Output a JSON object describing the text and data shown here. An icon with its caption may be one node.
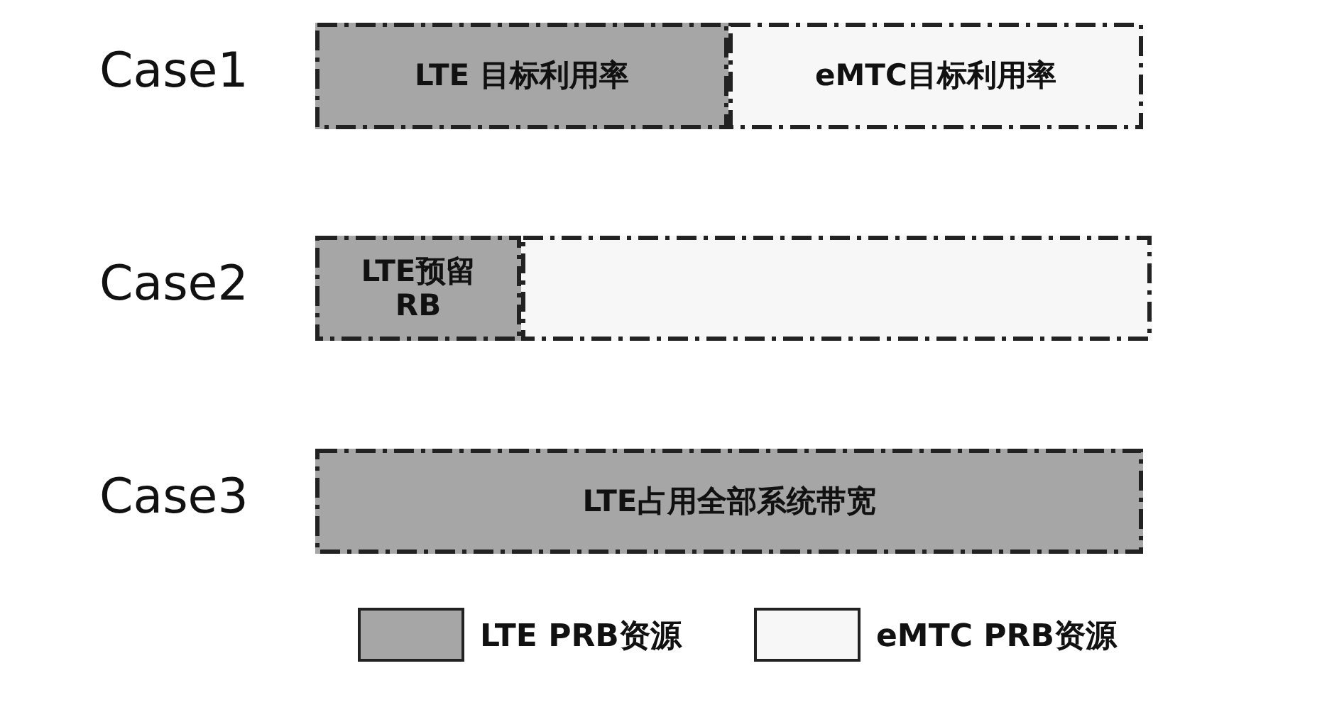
{
  "diagram": {
    "nodes": [
      {
        "text": [
          "LTE 目标利用率"
        ]
      },
      {
        "text": [
          "eMTC目标利用率"
        ]
      },
      {
        "text": [
          "LTE预留 RB"
        ]
      },
      {
        "text": [],
        "shape": "box"
      },
      {
        "text": [
          "LTE占用全部系统带宽"
        ]
      }
    ],
    "labels": [
      "Case1",
      "Case2",
      "Case3"
    ],
    "legend": [
      {
        "text": "LTE PRB资源",
        "color": "#a6a6a6"
      },
      {
        "text": "eMTC PRB资源",
        "color": "#f7f7f7"
      }
    ]
  }
}
